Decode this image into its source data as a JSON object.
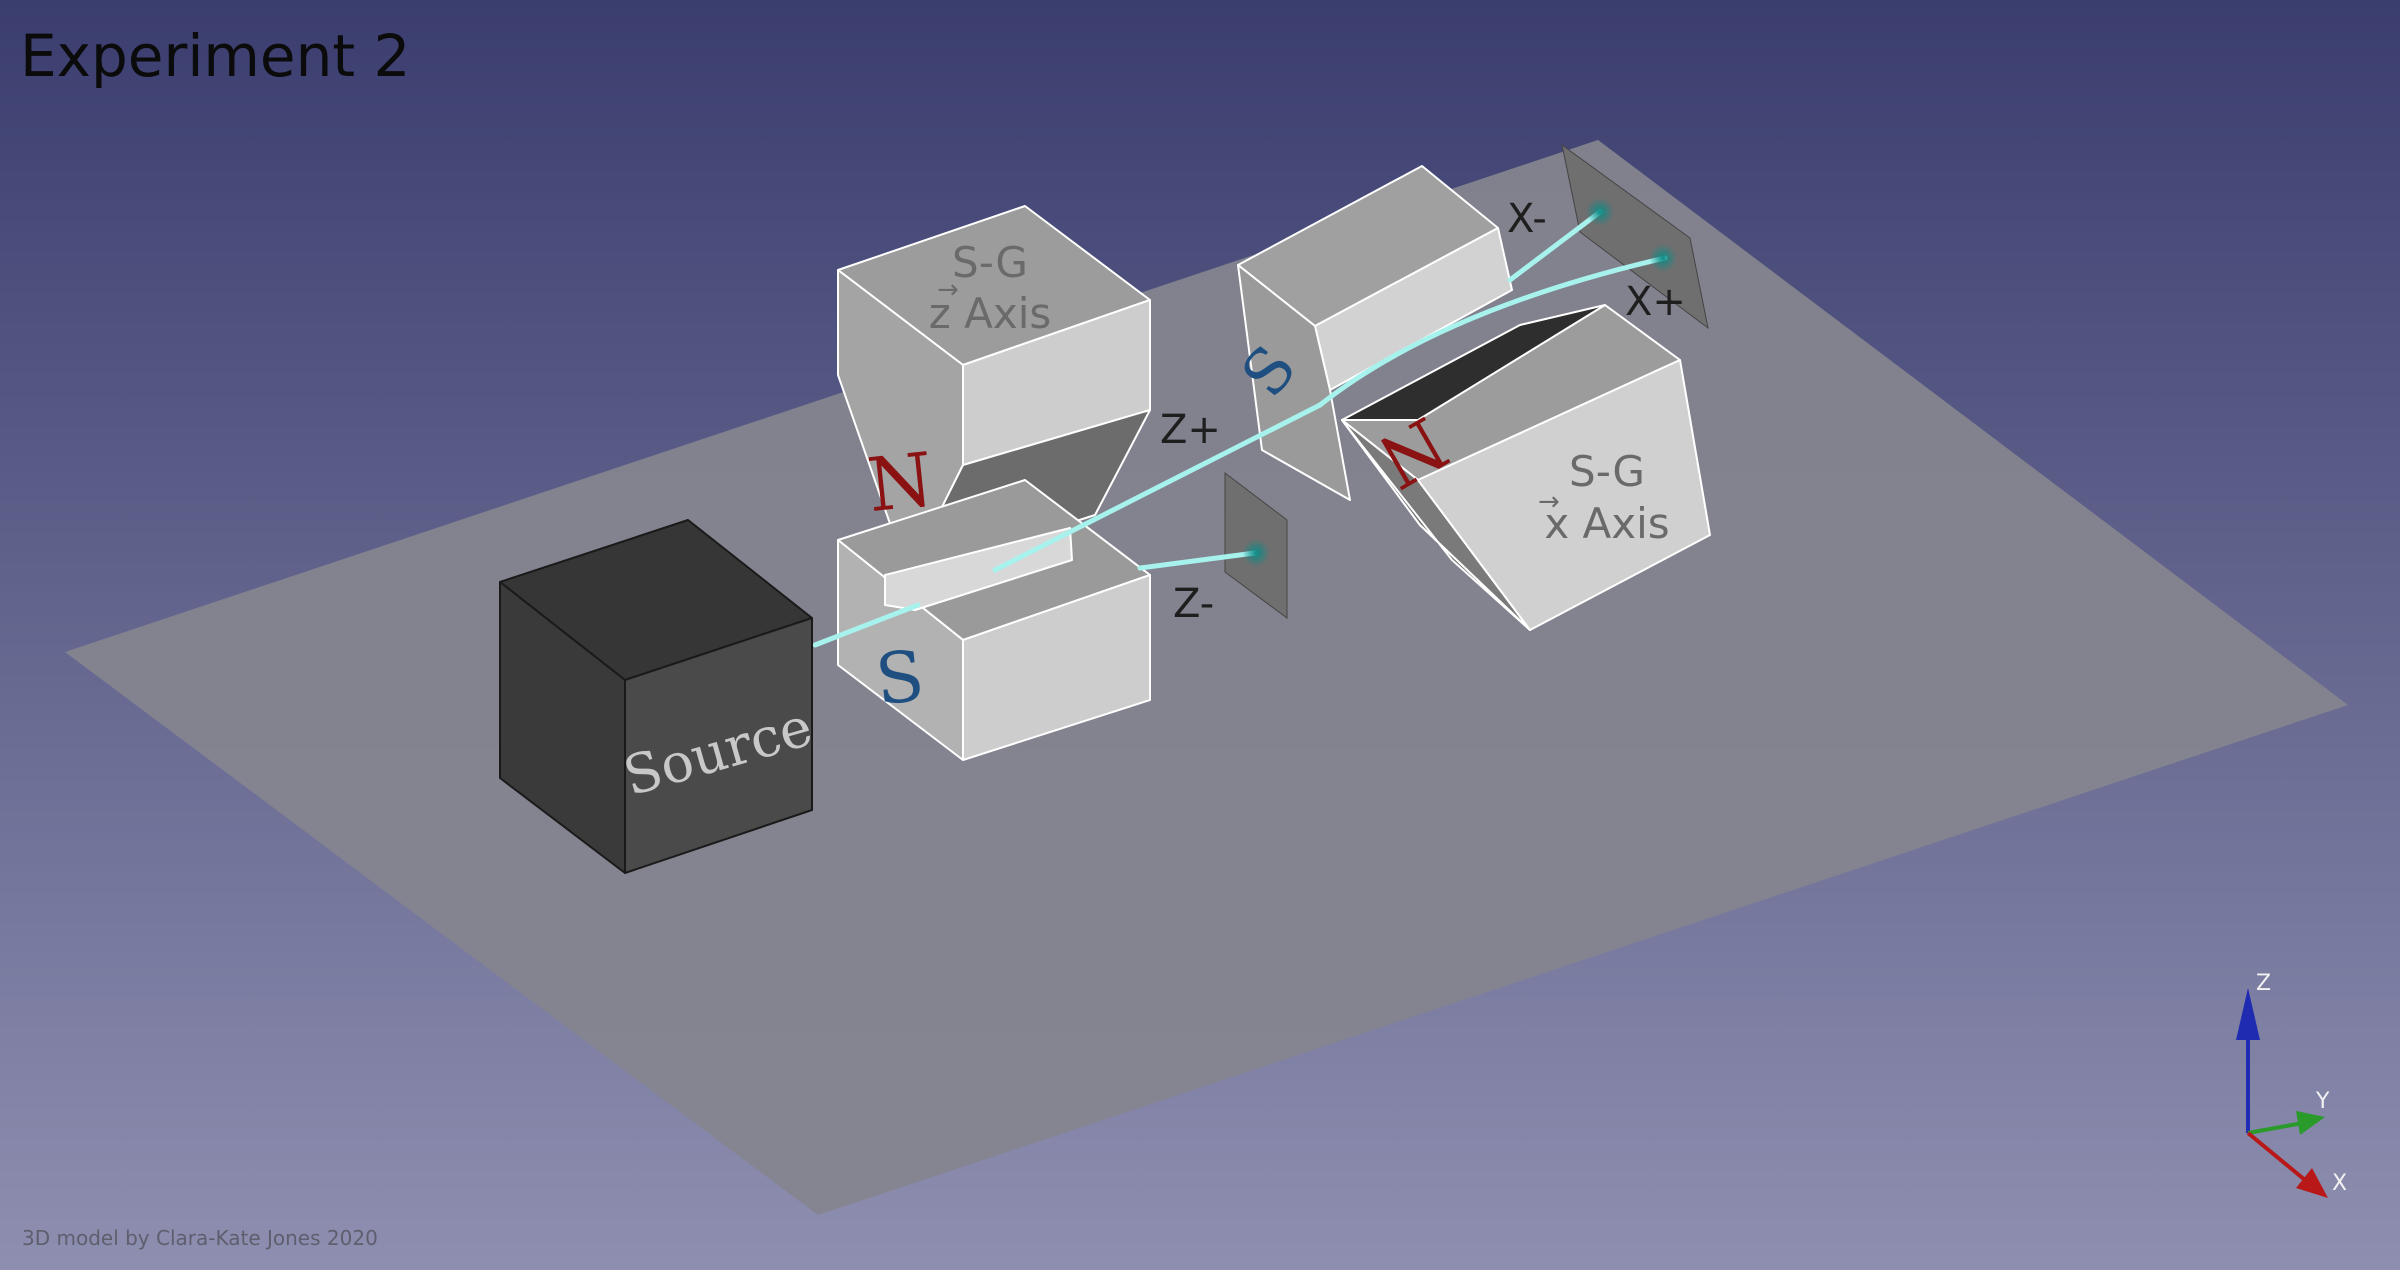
{
  "title": "Experiment 2",
  "credit": "3D model by Clara-Kate Jones 2020",
  "source_label": "Source",
  "magnet_z": {
    "line1": "S-G",
    "line2": "z Axis",
    "north": "N",
    "south": "S"
  },
  "magnet_x": {
    "line1": "S-G",
    "line2": "x Axis",
    "north": "N",
    "south": "S"
  },
  "beam_labels": {
    "z_plus": "Z+",
    "z_minus": "Z-",
    "x_minus": "X-",
    "x_plus": "X+"
  },
  "axis_triad": {
    "z": "Z",
    "y": "Y",
    "x": "X"
  },
  "colors": {
    "background_top": "#3a3d6e",
    "background_bottom": "#8e8fb0",
    "plane": "#85858f",
    "beam": "#a8f2ee",
    "north_pole": "#8b1212",
    "south_pole": "#1f4f80",
    "axis_z": "#1f2bb0",
    "axis_y": "#2a9a2a",
    "axis_x": "#b81818"
  }
}
